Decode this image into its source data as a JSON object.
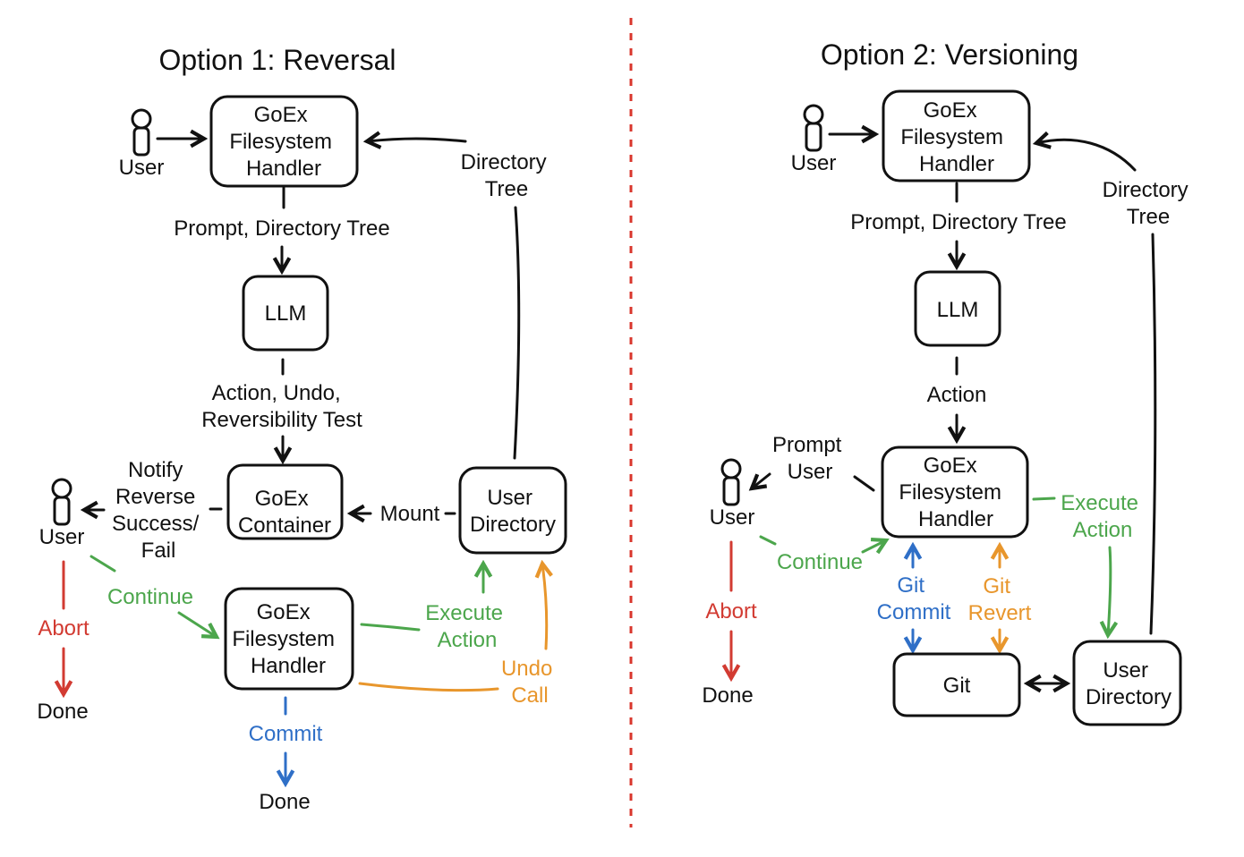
{
  "colors": {
    "ink": "#111111",
    "green": "#4ca64c",
    "orange": "#e8962c",
    "blue": "#2f6fc7",
    "red": "#d23b32",
    "divider": "#d9362c"
  },
  "left": {
    "title": "Option 1: Reversal",
    "user_top_label": "User",
    "handler_top": [
      "GoEx",
      "Filesystem",
      "Handler"
    ],
    "directory_tree_label": [
      "Directory",
      "Tree"
    ],
    "prompt_label": "Prompt, Directory Tree",
    "llm": "LLM",
    "action_label": [
      "Action, Undo,",
      "Reversibility Test"
    ],
    "container": [
      "GoEx",
      "Container"
    ],
    "notify_label": [
      "Notify",
      "Reverse",
      "Success/",
      "Fail"
    ],
    "user_mid_label": "User",
    "mount_label": "Mount",
    "user_directory": [
      "User",
      "Directory"
    ],
    "continue_label": "Continue",
    "abort_label": "Abort",
    "done_left": "Done",
    "handler_bottom": [
      "GoEx",
      "Filesystem",
      "Handler"
    ],
    "execute_label": [
      "Execute",
      "Action"
    ],
    "undo_label": [
      "Undo",
      "Call"
    ],
    "commit_label": "Commit",
    "done_bottom": "Done"
  },
  "right": {
    "title": "Option 2: Versioning",
    "user_top_label": "User",
    "handler_top": [
      "GoEx",
      "Filesystem",
      "Handler"
    ],
    "directory_tree_label": [
      "Directory",
      "Tree"
    ],
    "prompt_label": "Prompt, Directory Tree",
    "llm": "LLM",
    "action_label": "Action",
    "prompt_user_label": [
      "Prompt",
      "User"
    ],
    "user_mid_label": "User",
    "handler_mid": [
      "GoEx",
      "Filesystem",
      "Handler"
    ],
    "execute_label": [
      "Execute",
      "Action"
    ],
    "continue_label": "Continue",
    "abort_label": "Abort",
    "done": "Done",
    "git_commit_label": [
      "Git",
      "Commit"
    ],
    "git_revert_label": [
      "Git",
      "Revert"
    ],
    "git": "Git",
    "user_directory": [
      "User",
      "Directory"
    ]
  }
}
